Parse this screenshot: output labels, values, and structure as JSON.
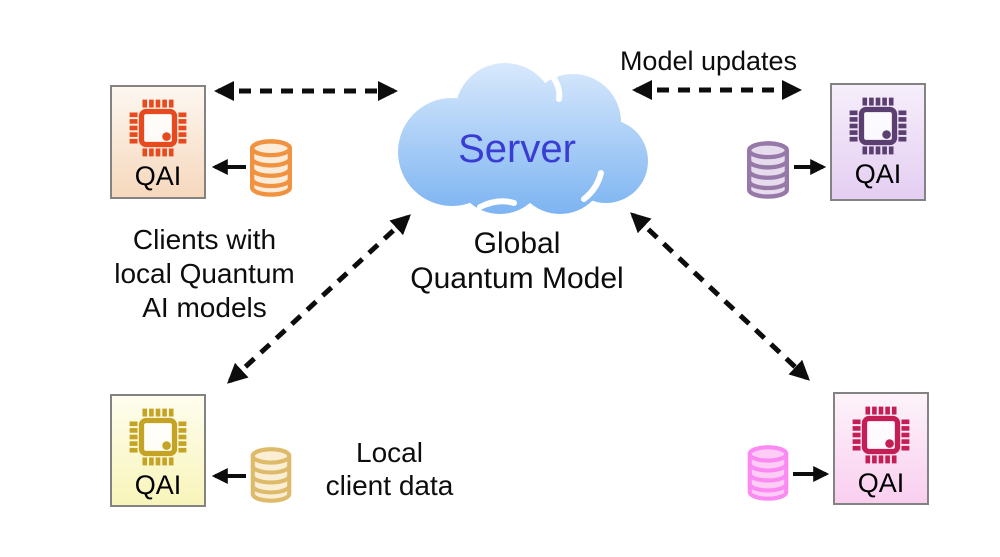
{
  "diagram": {
    "server": {
      "label": "Server",
      "label_color": "#3a3dd4",
      "caption": "Global\nQuantum Model"
    },
    "cloud": {
      "gradient_top": "#d9e9fc",
      "gradient_bottom": "#79b2f1"
    },
    "model_updates_label": "Model updates",
    "clients_caption": "Clients with\nlocal Quantum\nAI models",
    "local_data_caption": "Local\nclient data",
    "arrow_color": "#0d0d0d",
    "clients": [
      {
        "position": "top-left",
        "label": "QAI",
        "chip_color": "#e64a1e",
        "card_gradient_top": "#fdf7f0",
        "card_gradient_bottom": "#f6d8bd",
        "db_stroke": "#f0923f",
        "db_fill": "#fcecd9"
      },
      {
        "position": "top-right",
        "label": "QAI",
        "chip_color": "#5b3f70",
        "card_gradient_top": "#f6eefb",
        "card_gradient_bottom": "#e4cef2",
        "db_stroke": "#9779a9",
        "db_fill": "#e7dcee"
      },
      {
        "position": "bottom-left",
        "label": "QAI",
        "chip_color": "#c5a325",
        "card_gradient_top": "#fefdee",
        "card_gradient_bottom": "#f8f5ba",
        "db_stroke": "#debb6b",
        "db_fill": "#faefd4"
      },
      {
        "position": "bottom-right",
        "label": "QAI",
        "chip_color": "#c51e55",
        "card_gradient_top": "#fdf3fa",
        "card_gradient_bottom": "#f9cff0",
        "db_stroke": "#fb8bf3",
        "db_fill": "#fdcdf6"
      }
    ]
  }
}
